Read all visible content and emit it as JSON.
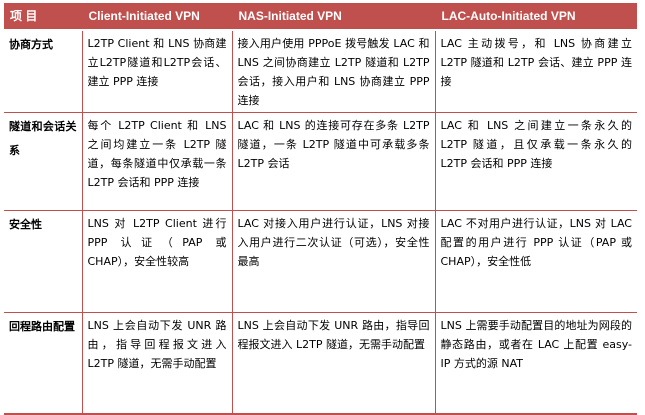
{
  "table": {
    "headers": [
      "项  目",
      "Client-Initiated VPN",
      "NAS-Initiated VPN",
      "LAC-Auto-Initiated VPN"
    ],
    "rows": [
      {
        "label": "协商方式",
        "cells": [
          "L2TP Client 和 LNS 协商建立L2TP隧道和L2TP会话、建立 PPP 连接",
          "接入用户使用 PPPoE 拨号触发 LAC 和 LNS 之间协商建立 L2TP 隧道和 L2TP 会话，接入用户和 LNS 协商建立 PPP 连接",
          "LAC 主动拨号，和 LNS 协商建立 L2TP 隧道和 L2TP 会话、建立 PPP 连接"
        ]
      },
      {
        "label": "隧道和会话关系",
        "cells": [
          "每个 L2TP Client 和 LNS 之间均建立一条 L2TP 隧道，每条隧道中仅承载一条 L2TP 会话和 PPP 连接",
          "LAC 和 LNS 的连接可存在多条 L2TP 隧道，一条 L2TP 隧道中可承载多条 L2TP 会话",
          "LAC 和 LNS 之间建立一条永久的 L2TP 隧道，且仅承载一条永久的 L2TP 会话和 PPP 连接"
        ]
      },
      {
        "label": "安全性",
        "cells": [
          "LNS 对 L2TP Client 进行 PPP 认证（PAP 或 CHAP），安全性较高",
          "LAC 对接入用户进行认证，LNS 对接入用户进行二次认证（可选），安全性最高",
          "LAC 不对用户进行认证，LNS 对 LAC 配置的用户进行 PPP 认证（PAP 或 CHAP），安全性低"
        ]
      },
      {
        "label": "回程路由配置",
        "cells": [
          "LNS 上会自动下发 UNR 路由，指导回程报文进入 L2TP 隧道，无需手动配置",
          "LNS 上会自动下发 UNR 路由，指导回程报文进入 L2TP 隧道，无需手动配置",
          "LNS 上需要手动配置目的地址为网段的静态路由，或者在 LAC 上配置 easy-IP 方式的源 NAT"
        ]
      }
    ]
  }
}
